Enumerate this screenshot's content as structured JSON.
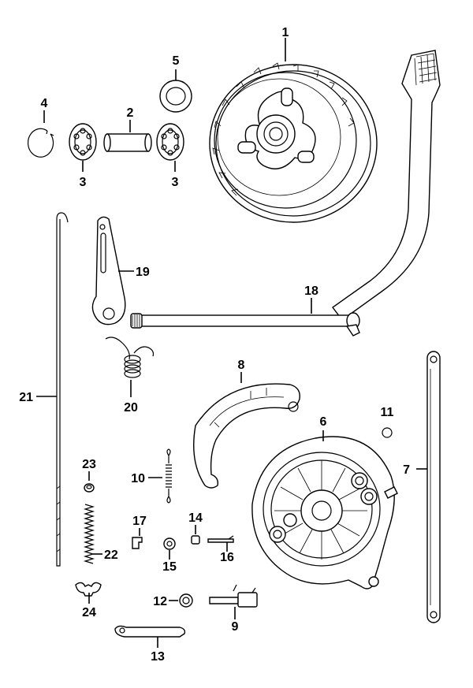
{
  "callouts": {
    "c1": "1",
    "c2": "2",
    "c3a": "3",
    "c3b": "3",
    "c4": "4",
    "c5": "5",
    "c6": "6",
    "c7": "7",
    "c8": "8",
    "c9": "9",
    "c10": "10",
    "c11": "11",
    "c12": "12",
    "c13": "13",
    "c14": "14",
    "c15": "15",
    "c16": "16",
    "c17": "17",
    "c18": "18",
    "c19": "19",
    "c20": "20",
    "c21": "21",
    "c22": "22",
    "c23": "23",
    "c24": "24"
  }
}
